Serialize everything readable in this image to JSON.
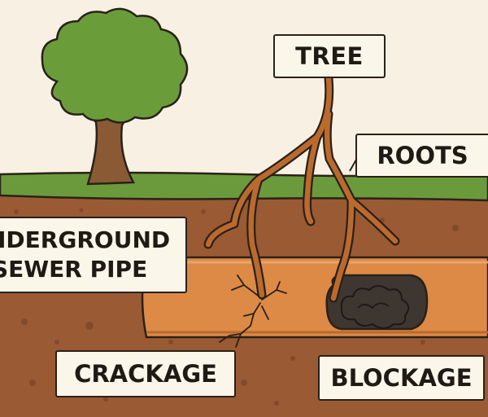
{
  "labels": {
    "tree": "TREE",
    "roots": "ROOTS",
    "pipe_line1": "NDERGROUND",
    "pipe_line2": "SEWER PIPE",
    "crackage": "CRACKAGE",
    "blockage": "BLOCKAGE"
  },
  "colors": {
    "background": "#f8f1e3",
    "grass": "#6a9a3c",
    "soil": "#9a5a34",
    "pipe": "#dc8a45",
    "root": "#bb6a2e",
    "foliage": "#6b9c3a",
    "trunk": "#8a5a34",
    "blockage": "#3e3630",
    "outline": "#2a2118"
  }
}
